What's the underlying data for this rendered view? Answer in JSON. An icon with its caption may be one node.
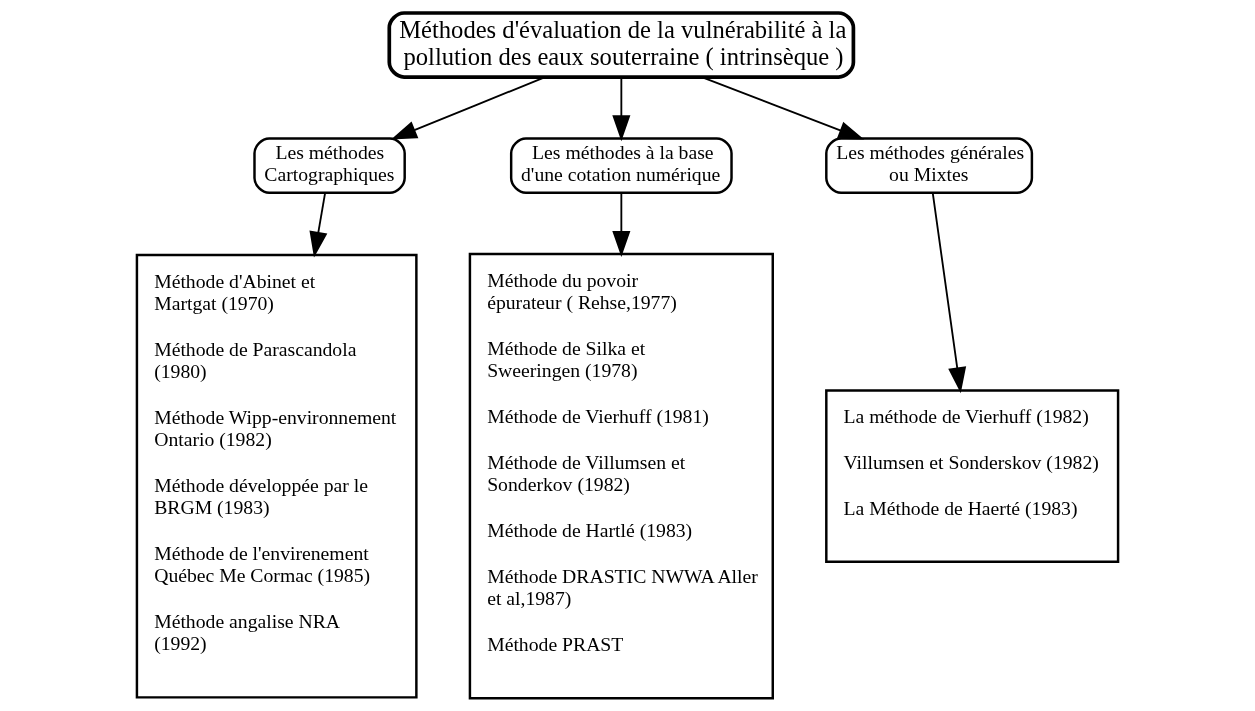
{
  "diagram": {
    "nodes": [
      {
        "text": [
          "Méthodes d'évaluation de la vulnérabilité à la pollution des eaux souterraine ( intrinsèque )"
        ]
      },
      {
        "text": [
          "Les méthodes Cartographiques"
        ]
      },
      {
        "text": [
          "Les méthodes à la base d'une cotation numérique"
        ]
      },
      {
        "text": [
          "Les méthodes générales ou Mixtes"
        ]
      },
      {
        "text": [
          "Méthode d'Abinet et Martgat (1970)",
          "Méthode de Parascandola (1980)",
          "Méthode Wipp-environnement Ontario (1982)",
          "Méthode développée par le BRGM (1983)",
          "Méthode de l'envirenement Québec Me Cormac (1985)",
          "Méthode angalise NRA (1992)"
        ]
      },
      {
        "text": [
          "Méthode du povoir épurateur ( Rehse,1977)",
          "Méthode de Silka et Sweeringen (1978)",
          "Méthode de Vierhuff (1981)",
          "Méthode de Villumsen et Sonderkov (1982)",
          "Méthode de Hartlé (1983)",
          "Méthode DRASTIC NWWA Aller et al,1987)",
          "Méthode PRAST"
        ]
      },
      {
        "text": [
          "La méthode de Vierhuff (1982)",
          "Villumsen et Sonderskov (1982)",
          "La Méthode de Haerté (1983)"
        ]
      }
    ],
    "edges": [
      {
        "from": 0,
        "to": 1,
        "arrow": "to"
      },
      {
        "from": 0,
        "to": 2,
        "arrow": "to"
      },
      {
        "from": 0,
        "to": 3,
        "arrow": "to"
      },
      {
        "from": 1,
        "to": 4,
        "arrow": "to"
      },
      {
        "from": 2,
        "to": 5,
        "arrow": "to"
      },
      {
        "from": 3,
        "to": 6,
        "arrow": "to"
      }
    ]
  }
}
